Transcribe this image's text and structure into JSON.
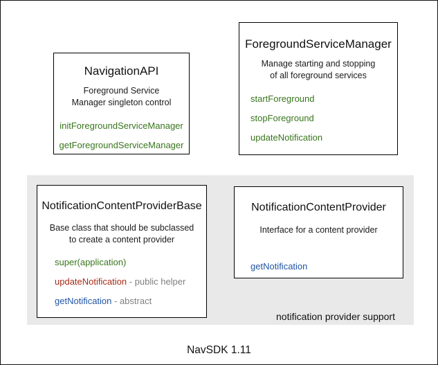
{
  "colors": {
    "method-green": "#38761d",
    "method-red": "#a62a17",
    "method-blue": "#2155a4",
    "muted-gray": "#7f7f7f",
    "panel-bg": "#e9e9e9",
    "canvas-border": "#111111"
  },
  "boxes": {
    "navigation_api": {
      "title": "NavigationAPI",
      "desc": [
        "Foreground Service",
        "Manager singleton control"
      ],
      "methods": [
        {
          "name": "initForegroundServiceManager"
        },
        {
          "name": "getForegroundServiceManager"
        }
      ]
    },
    "foreground_service_manager": {
      "title": "ForegroundServiceManager",
      "desc": [
        "Manage starting and stopping",
        "of all foreground services"
      ],
      "methods": [
        {
          "name": "startForeground"
        },
        {
          "name": "stopForeground"
        },
        {
          "name": "updateNotification"
        }
      ]
    },
    "notification_content_provider_base": {
      "title": "NotificationContentProviderBase",
      "desc": [
        "Base class that should be subclassed",
        "to create a content provider"
      ],
      "methods": [
        {
          "name": "super(application)",
          "suffix": ""
        },
        {
          "name": "updateNotification",
          "suffix": " - public helper"
        },
        {
          "name": "getNotification",
          "suffix": " - abstract"
        }
      ]
    },
    "notification_content_provider": {
      "title": "NotificationContentProvider",
      "desc": [
        "Interface for a content provider"
      ],
      "methods": [
        {
          "name": "getNotification"
        }
      ]
    }
  },
  "panel": {
    "label": "notification provider support"
  },
  "caption": "NavSDK 1.11"
}
